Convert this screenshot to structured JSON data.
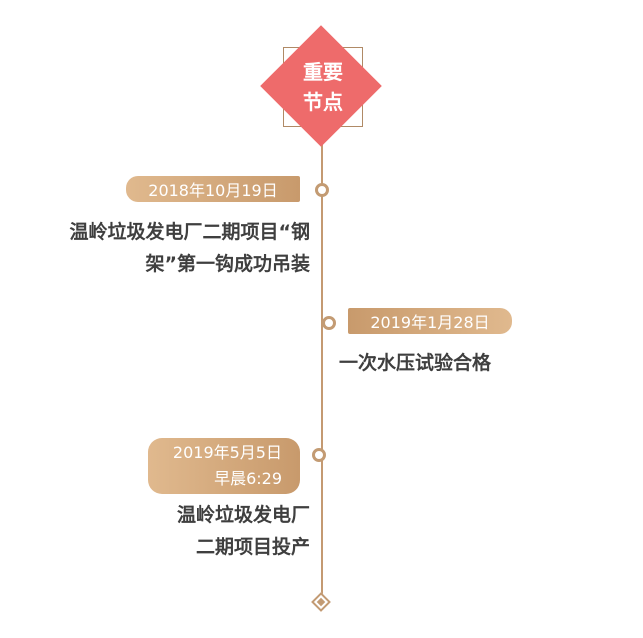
{
  "header": {
    "line1": "重要",
    "line2": "节点"
  },
  "events": [
    {
      "date": "2018年10月19日",
      "line1": "温岭垃圾发电厂二期项目“钢",
      "line2": "架”第一钩成功吊装"
    },
    {
      "date": "2019年1月28日",
      "line1": "一次水压试验合格"
    },
    {
      "date": "2019年5月5日",
      "time": "早晨6:29",
      "line1": "温岭垃圾发电厂",
      "line2": "二期项目投产"
    }
  ],
  "colors": {
    "accent": "#ee6b6b",
    "gold": "#c39b73",
    "text": "#3f3f3f"
  }
}
